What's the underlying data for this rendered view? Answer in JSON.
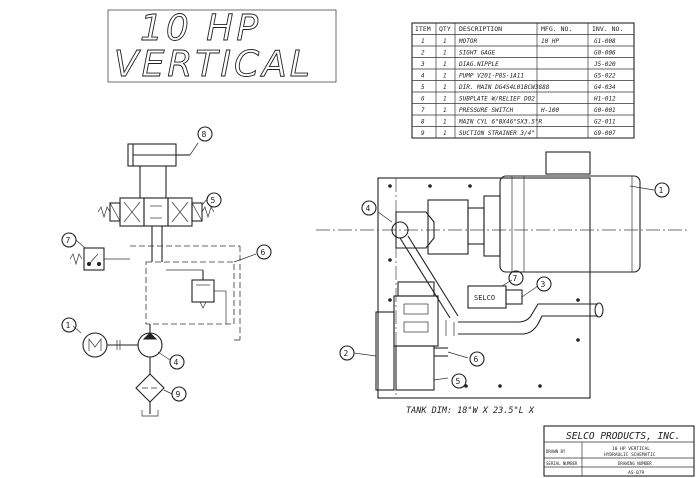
{
  "title": {
    "line1": "10 HP",
    "line2": "VERTICAL"
  },
  "bom": {
    "headers": {
      "item": "ITEM",
      "qty": "QTY",
      "description": "DESCRIPTION",
      "mfg_no": "MFG. NO.",
      "inv_no": "INV. NO."
    },
    "rows": [
      {
        "item": "1",
        "qty": "1",
        "description": "MOTOR",
        "mfg_no": "10 HP",
        "inv_no": "G1-008"
      },
      {
        "item": "2",
        "qty": "1",
        "description": "SIGHT GAGE",
        "mfg_no": "",
        "inv_no": "G0-006"
      },
      {
        "item": "3",
        "qty": "1",
        "description": "DIAG.NIPPLE",
        "mfg_no": "",
        "inv_no": "J5-020"
      },
      {
        "item": "4",
        "qty": "1",
        "description": "PUMP    V201-P8S-1A11",
        "mfg_no": "",
        "inv_no": "G5-022"
      },
      {
        "item": "5",
        "qty": "1",
        "description": "DIR. MAIN  DG4S4L01BCW3888",
        "mfg_no": "",
        "inv_no": "G4-034"
      },
      {
        "item": "6",
        "qty": "1",
        "description": "SUBPLATE W/RELIEF   DO2",
        "mfg_no": "",
        "inv_no": "H1-012"
      },
      {
        "item": "7",
        "qty": "1",
        "description": "PRESSURE SWITCH",
        "mfg_no": "H-100",
        "inv_no": "G0-001"
      },
      {
        "item": "8",
        "qty": "1",
        "description": "MAIN CYL  6\"BX46\"SX3.5\"R",
        "mfg_no": "",
        "inv_no": "G2-011"
      },
      {
        "item": "9",
        "qty": "1",
        "description": "SUCTION STRAINER 3/4\"",
        "mfg_no": "",
        "inv_no": "G9-007"
      }
    ]
  },
  "balloons": {
    "b1": "1",
    "b2": "2",
    "b3": "3",
    "b4": "4",
    "b5": "5",
    "b6": "6",
    "b7": "7",
    "b8": "8",
    "b9": "9"
  },
  "pressure_switch_brand": "SELCO",
  "tank_dim": "TANK DIM:  18\"W X 23.5\"L X",
  "title_block": {
    "company": "SELCO PRODUCTS, INC.",
    "drawing_title_1": "10 HP  VERTICAL",
    "drawing_title_2": "HYDRAULIC SCHEMATIC",
    "drawn_by_label": "DRAWN BY",
    "serial_label": "SERIAL NUMBER",
    "drawing_no_label": "DRAWING NUMBER",
    "drawing_no": "AS-079"
  }
}
